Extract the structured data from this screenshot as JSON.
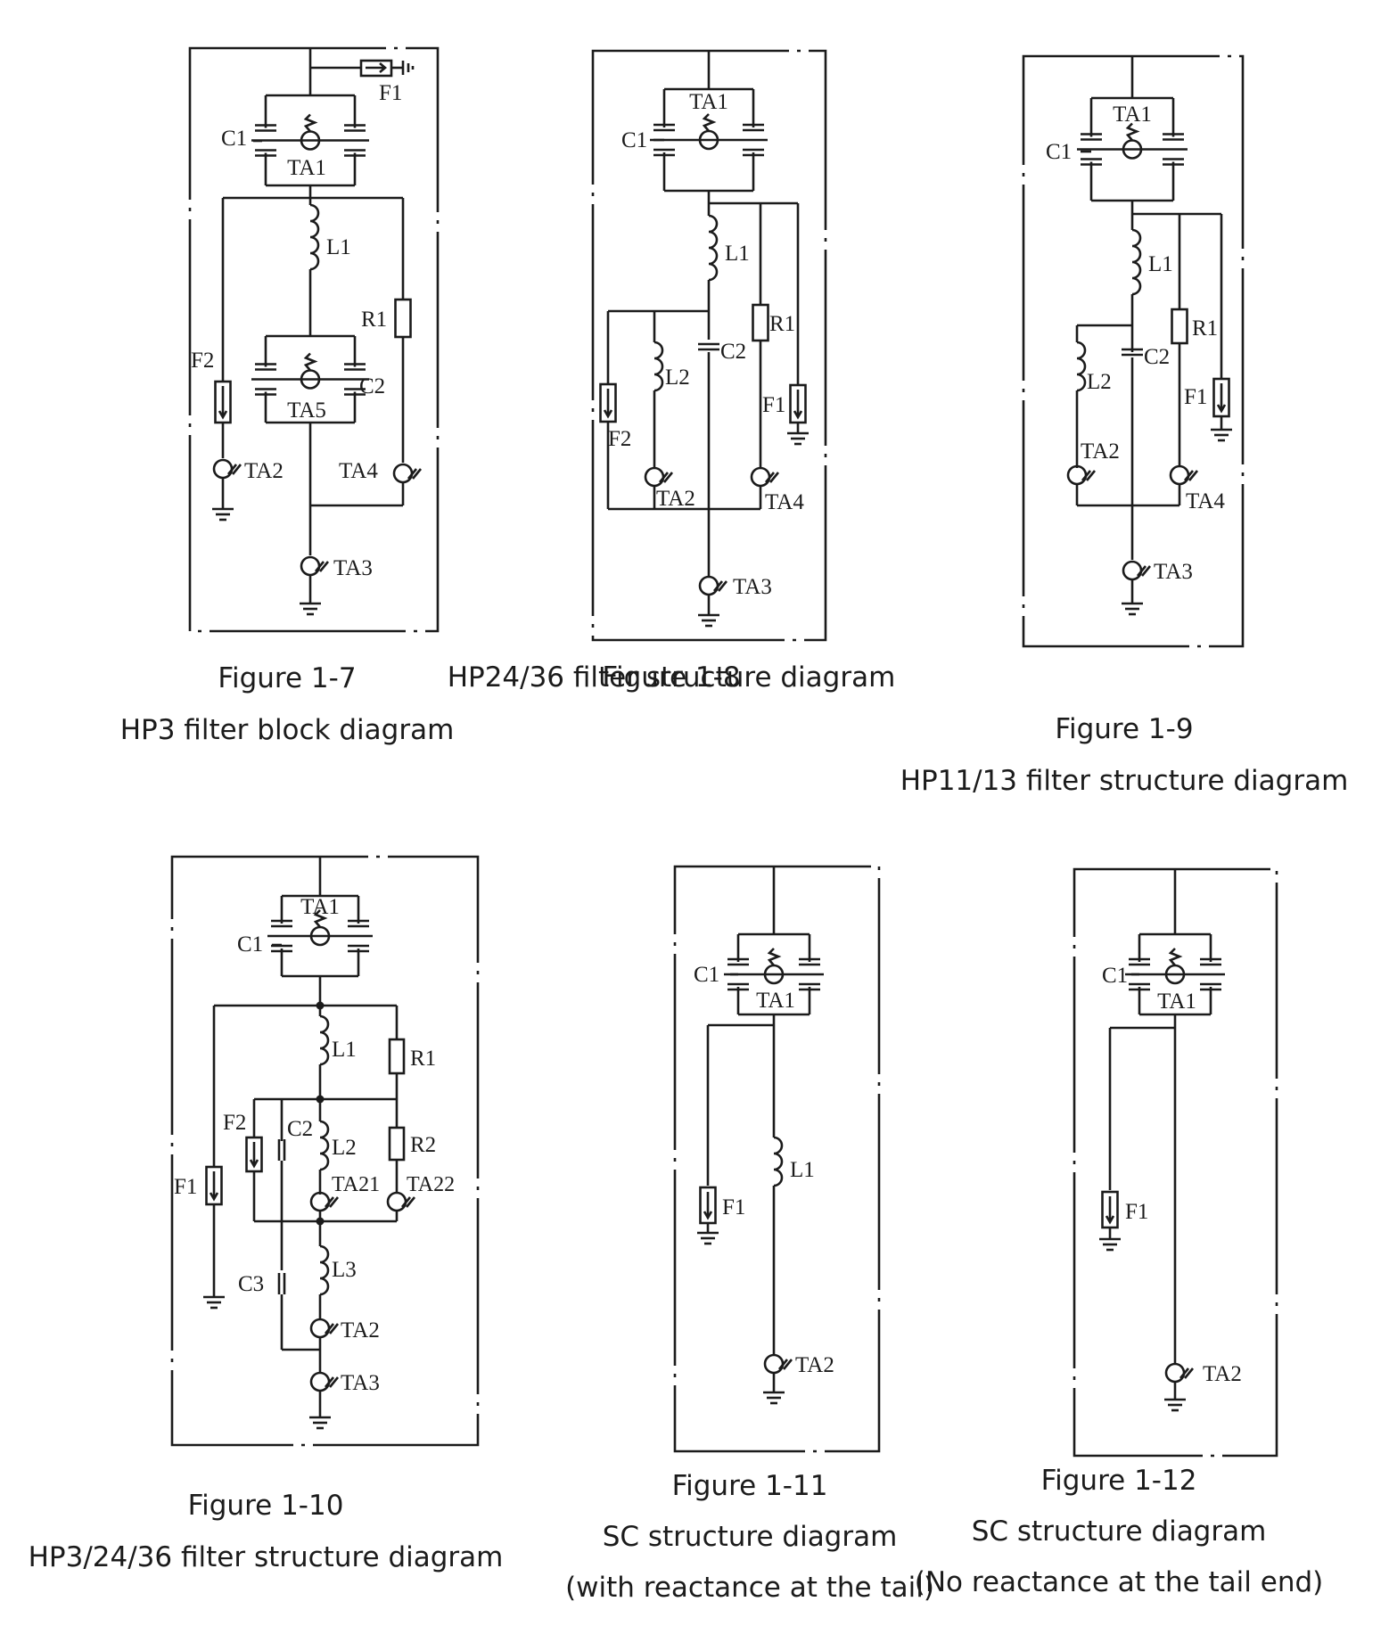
{
  "figures": [
    {
      "id": "fig1_7",
      "number": "Figure 1-7",
      "caption_lines": [
        "HP3 filter block diagram"
      ],
      "labels": [
        "F1",
        "C1",
        "TA1",
        "L1",
        "R1",
        "F2",
        "C2",
        "TA5",
        "TA2",
        "TA4",
        "TA3"
      ]
    },
    {
      "id": "fig1_8",
      "number": "Figure 1-8",
      "caption_lines": [
        "HP24/36 filter structure diagram"
      ],
      "labels": [
        "TA1",
        "C1",
        "L1",
        "R1",
        "C2",
        "L2",
        "F1",
        "F2",
        "TA2",
        "TA4",
        "TA3"
      ]
    },
    {
      "id": "fig1_9",
      "number": "Figure 1-9",
      "caption_lines": [
        "HP11/13 filter structure diagram"
      ],
      "labels": [
        "TA1",
        "C1",
        "L1",
        "R1",
        "C2",
        "L2",
        "F1",
        "TA2",
        "TA4",
        "TA3"
      ]
    },
    {
      "id": "fig1_10",
      "number": "Figure 1-10",
      "caption_lines": [
        "HP3/24/36 filter structure diagram"
      ],
      "labels": [
        "TA1",
        "C1",
        "L1",
        "R1",
        "F2",
        "C2",
        "L2",
        "R2",
        "F1",
        "TA21",
        "TA22",
        "C3",
        "L3",
        "TA2",
        "TA3"
      ]
    },
    {
      "id": "fig1_11",
      "number": "Figure 1-11",
      "caption_lines": [
        "SC structure diagram",
        "(with reactance at the tail)"
      ],
      "labels": [
        "C1",
        "TA1",
        "L1",
        "F1",
        "TA2"
      ]
    },
    {
      "id": "fig1_12",
      "number": "Figure 1-12",
      "caption_lines": [
        "SC structure diagram",
        "(No reactance at the tail end)"
      ],
      "labels": [
        "C1",
        "TA1",
        "F1",
        "TA2"
      ]
    }
  ]
}
